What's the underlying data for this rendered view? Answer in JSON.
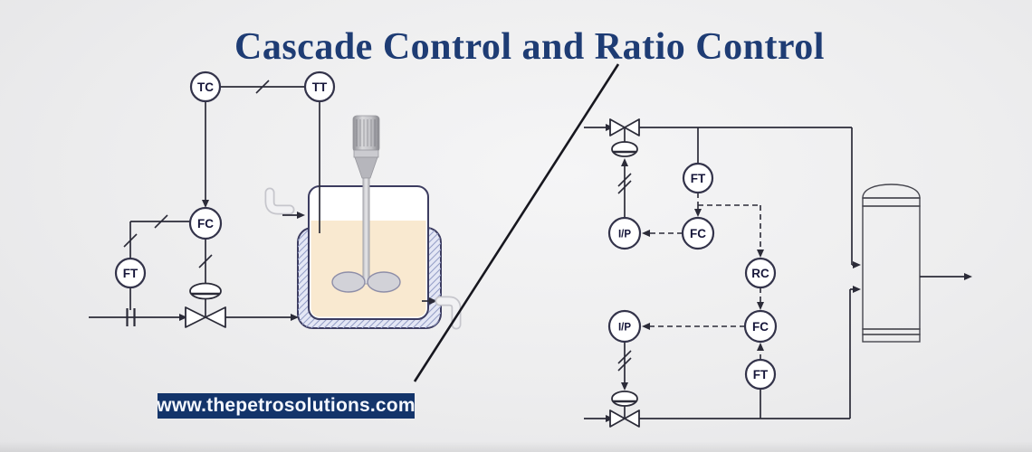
{
  "title": "Cascade Control and Ratio Control",
  "watermark": "www.thepetrosolutions.com",
  "colors": {
    "bg": "#ededee",
    "line": "#2b2b38",
    "accent": "#1e3c74",
    "badge-bg": "#13346a",
    "badge-text": "#f5f8ff",
    "circle-fill": "#ffffff",
    "circle-stroke": "#33334a",
    "label": "#16163a",
    "liquid": "#f9e9d0",
    "jacket-fill": "#e4e7f5",
    "jacket-stroke": "#3c3c60",
    "hatch": "#96a0c8"
  },
  "left_diagram": {
    "instruments": {
      "tc": "TC",
      "tt": "TT",
      "fc": "FC",
      "ft": "FT"
    }
  },
  "right_diagram": {
    "instruments": {
      "ft_top": "FT",
      "fc_top": "FC",
      "ip_top": "I/P",
      "rc": "RC",
      "fc_bottom": "FC",
      "ip_bottom": "I/P",
      "ft_bottom": "FT"
    }
  }
}
